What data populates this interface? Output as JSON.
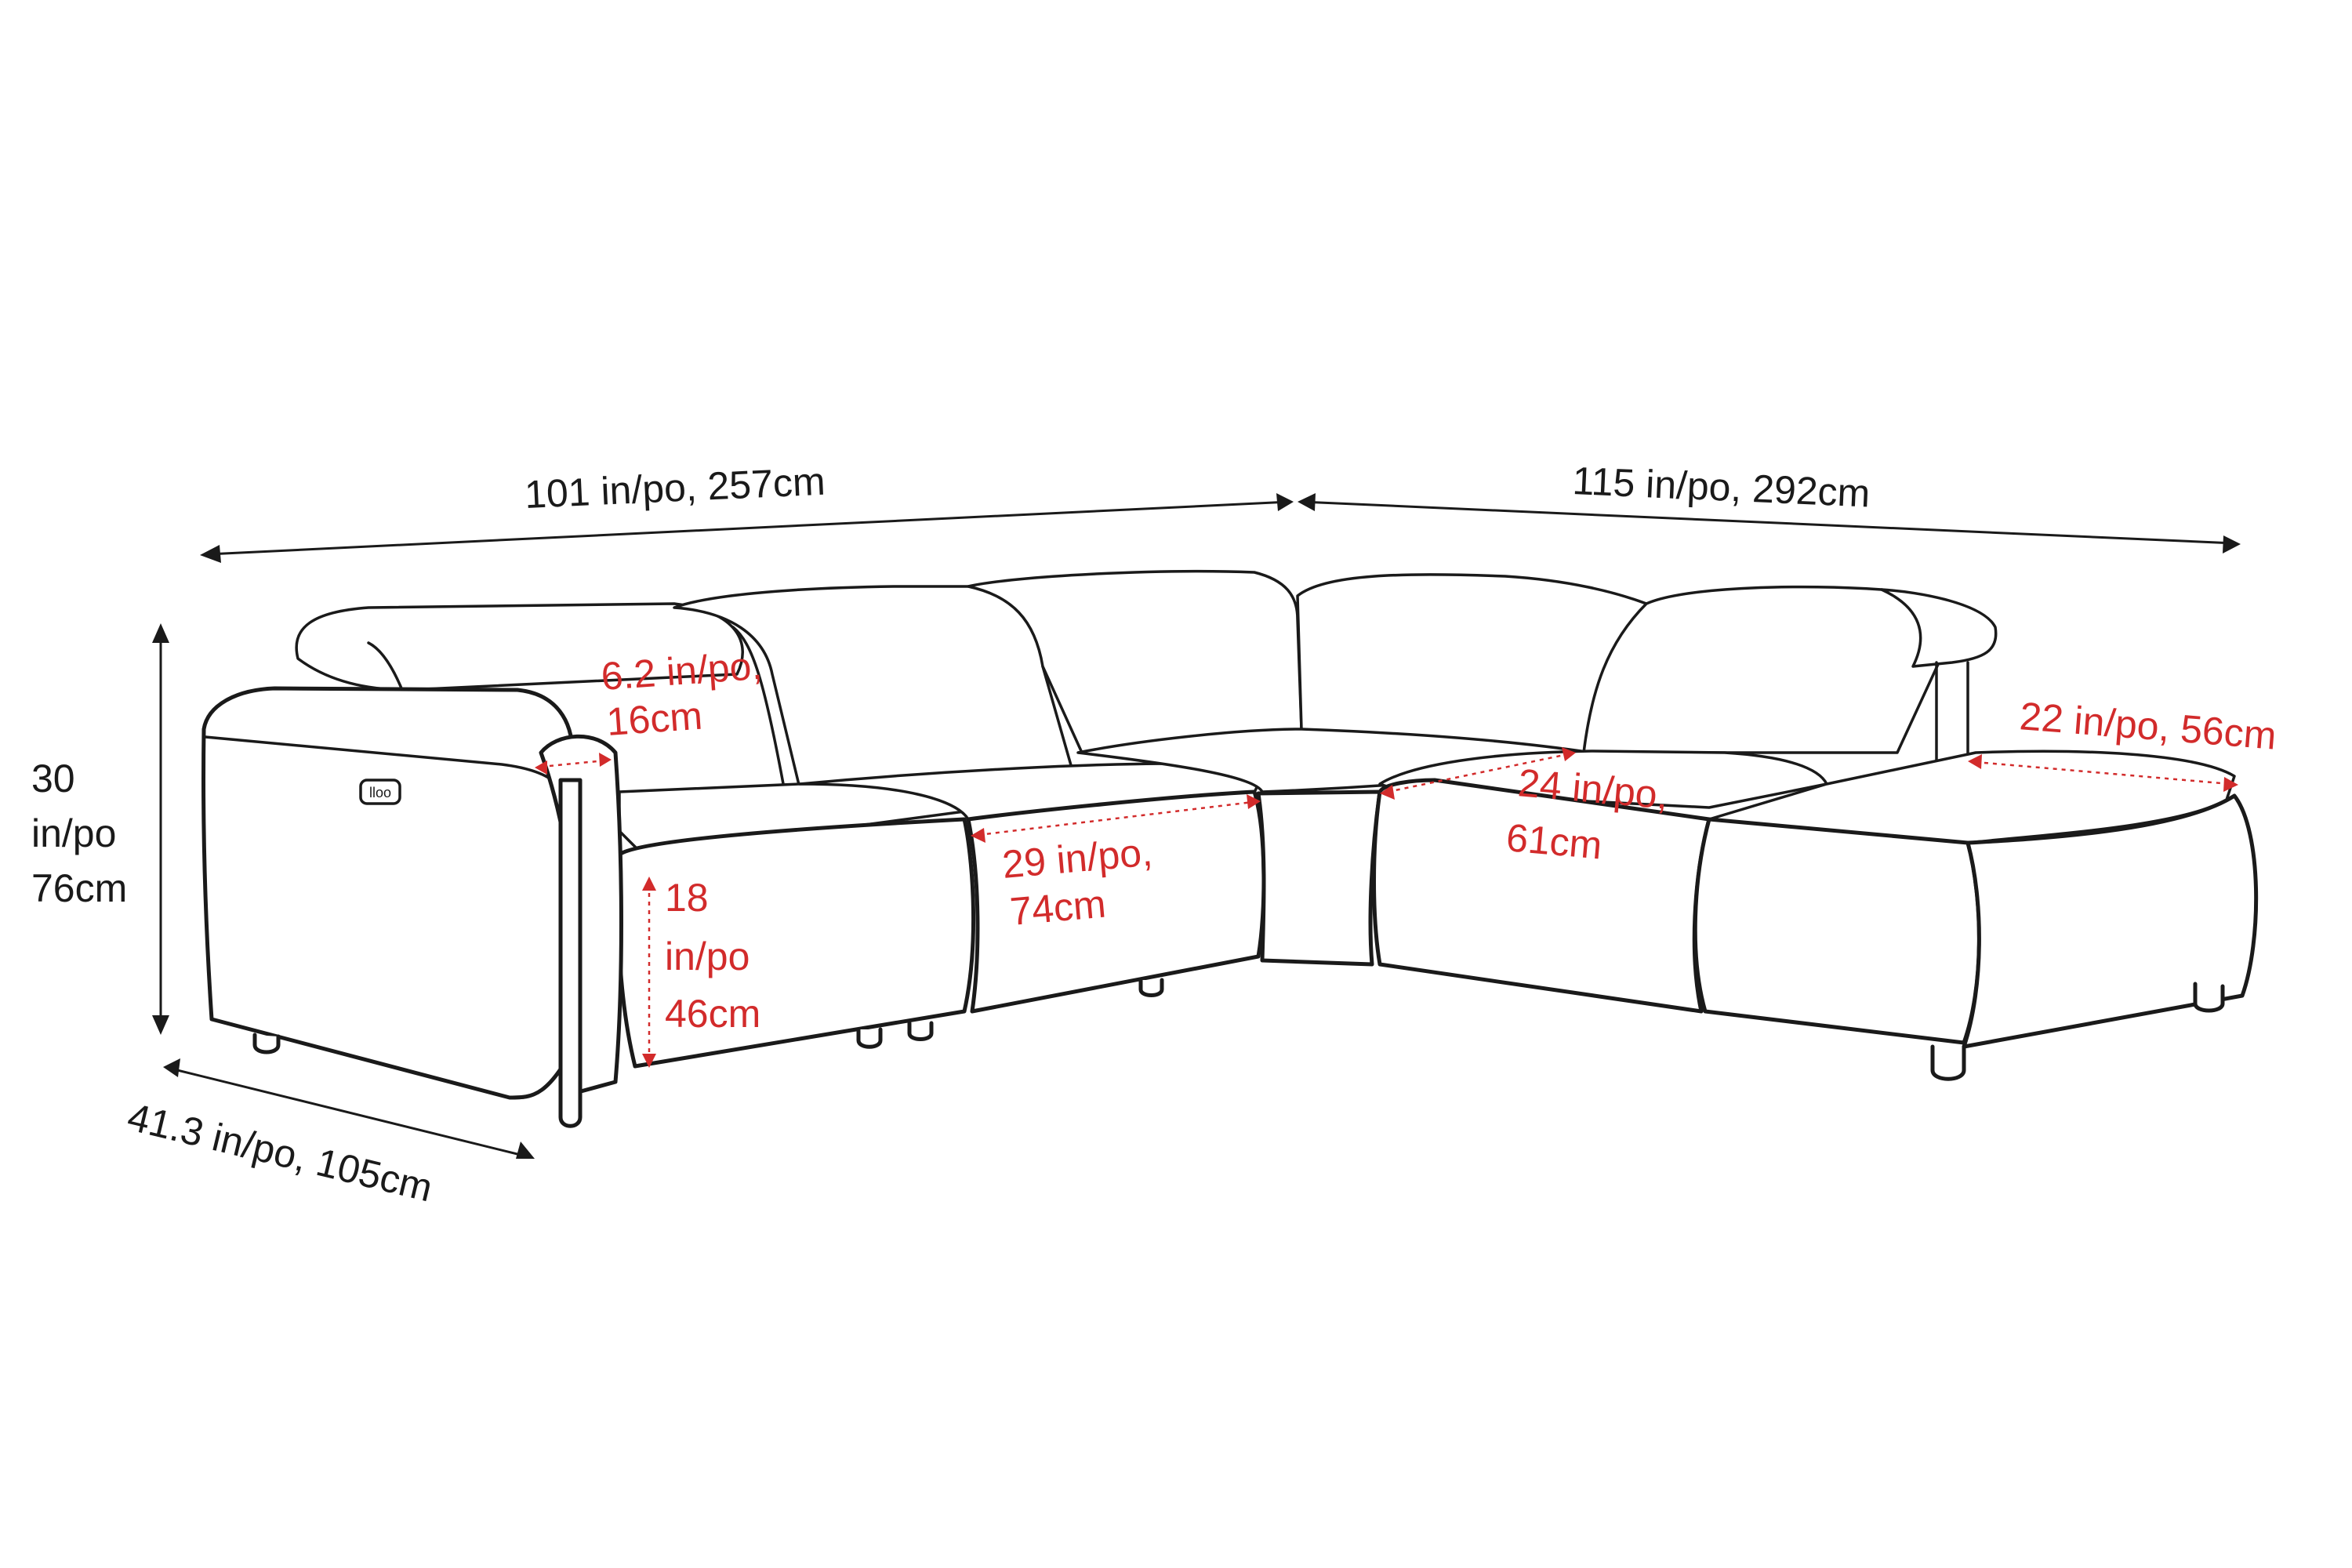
{
  "colors": {
    "line": "#1a1a1a",
    "dimension_black": "#1a1a1a",
    "dimension_red": "#d22b2b",
    "background": "#ffffff"
  },
  "dimensions": {
    "overall_left_width": "101 in/po, 257cm",
    "overall_right_width": "115 in/po, 292cm",
    "height_line1": "30",
    "height_line2": "in/po",
    "height_line3": "76cm",
    "depth": "41.3 in/po, 105cm"
  },
  "detail_dimensions": {
    "armrest_line1": "6.2 in/po,",
    "armrest_line2": "16cm",
    "seat_height_line1": "18",
    "seat_height_line2": "in/po",
    "seat_height_line3": "46cm",
    "seat_width_line1": "29 in/po,",
    "seat_width_line2": "74cm",
    "corner_depth_line1": "24 in/po,",
    "corner_depth_line2": "61cm",
    "chaise_width": "22 in/po, 56cm"
  },
  "control_button": {
    "glyph": "lloo"
  }
}
